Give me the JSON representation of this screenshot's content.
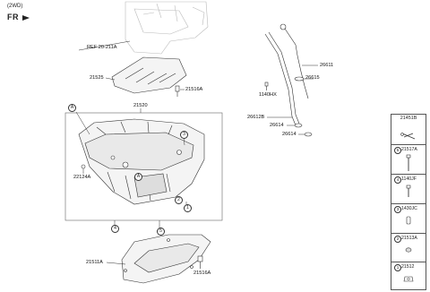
{
  "header": {
    "variant": "(2WD)",
    "direction": "FR"
  },
  "labels": {
    "ref": "REF 20-211A",
    "p21525": "21525",
    "p21516a_top": "21516A",
    "p21520": "21520",
    "p22124a": "22124A",
    "p26611": "26611",
    "p26615": "26615",
    "p1140hx": "1140HX",
    "p26612b": "26612B",
    "p26614a": "26614",
    "p26614b": "26614",
    "p21511a": "21511A",
    "p21516a_bot": "21516A"
  },
  "callouts": {
    "a_main": "A",
    "a_pan": "A",
    "c3": "3",
    "c2": "2",
    "c1": "1",
    "c4": "4",
    "c5": "5"
  },
  "legend": {
    "head": "21451B",
    "rows": [
      {
        "num": "5",
        "code": "21517A"
      },
      {
        "num": "4",
        "code": "1140JF"
      },
      {
        "num": "3",
        "code": "1430JC"
      },
      {
        "num": "2",
        "code": "21513A"
      },
      {
        "num": "1",
        "code": "21512"
      }
    ]
  },
  "colors": {
    "line": "#333333",
    "fill": "#f4f4f4",
    "ghost": "#b9b9b9"
  }
}
